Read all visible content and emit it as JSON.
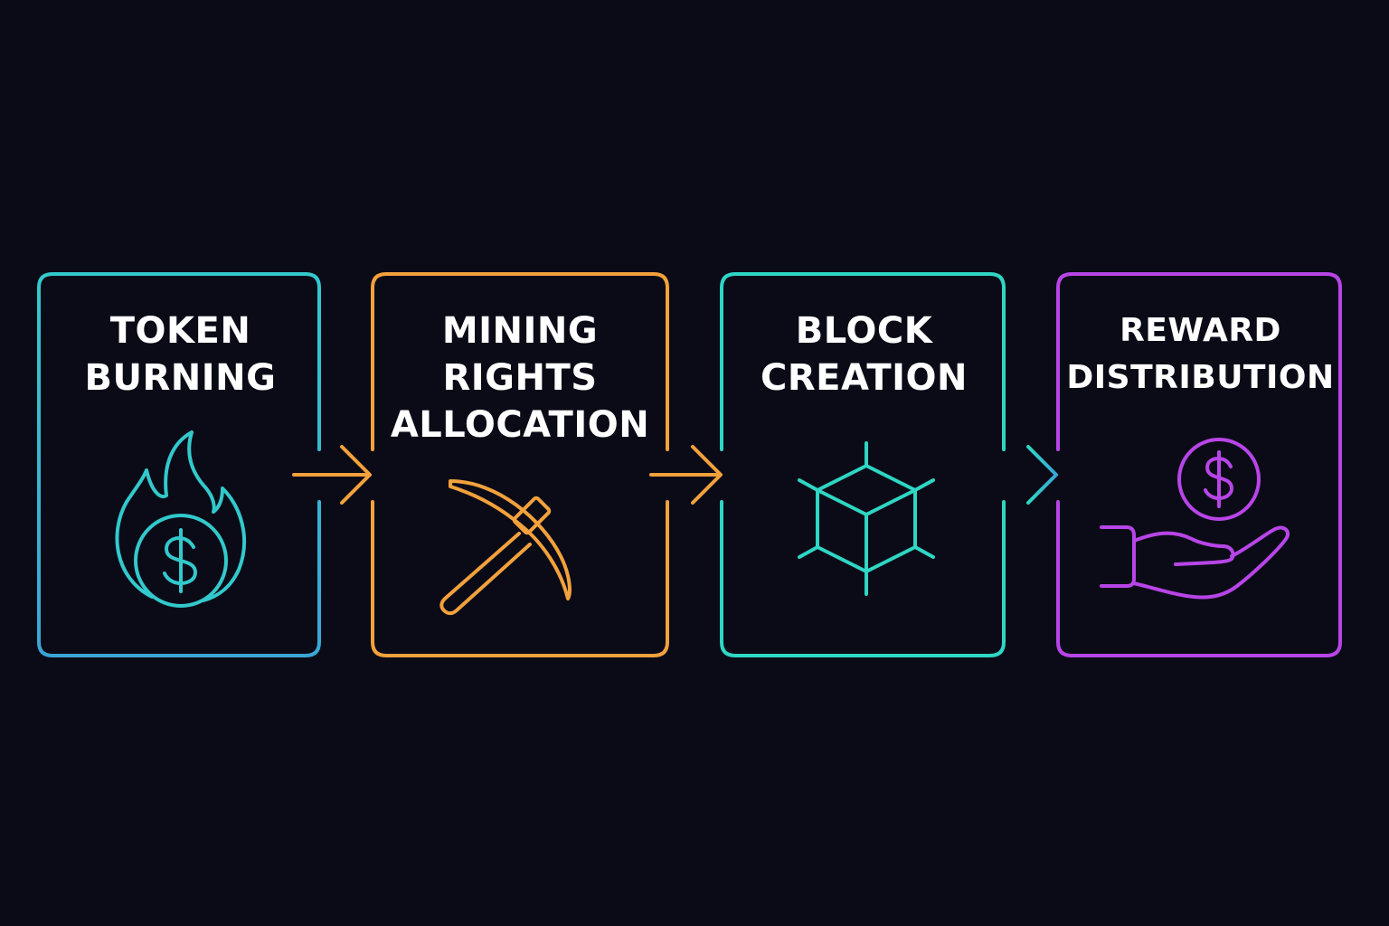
{
  "background": "#0b0b17",
  "steps": [
    {
      "id": "token-burning",
      "title_lines": [
        "TOKEN",
        "BURNING"
      ],
      "icon": "flame-coin-icon",
      "color": "#33c9cc",
      "color_end": "#3aa6d6"
    },
    {
      "id": "mining-rights-allocation",
      "title_lines": [
        "MINING",
        "RIGHTS",
        "ALLOCATION"
      ],
      "icon": "pickaxe-icon",
      "color": "#f2a13c",
      "color_end": "#f2a13c"
    },
    {
      "id": "block-creation",
      "title_lines": [
        "BLOCK",
        "CREATION"
      ],
      "icon": "cube-network-icon",
      "color": "#2fd6c4",
      "color_end": "#2fd6c4"
    },
    {
      "id": "reward-distribution",
      "title_lines": [
        "REWARD",
        "DISTRIBUTION"
      ],
      "icon": "hand-coin-icon",
      "color": "#b845e8",
      "color_end": "#b845e8"
    }
  ],
  "arrows": [
    {
      "from": "token-burning",
      "to": "mining-rights-allocation",
      "color": "#f2a13c",
      "color_start": "#f2a13c"
    },
    {
      "from": "mining-rights-allocation",
      "to": "block-creation",
      "color": "#f2a13c",
      "color_start": "#f2a13c"
    },
    {
      "from": "block-creation",
      "to": "reward-distribution",
      "color": "#3ab9d0",
      "color_start": "#2fd6c4"
    }
  ]
}
